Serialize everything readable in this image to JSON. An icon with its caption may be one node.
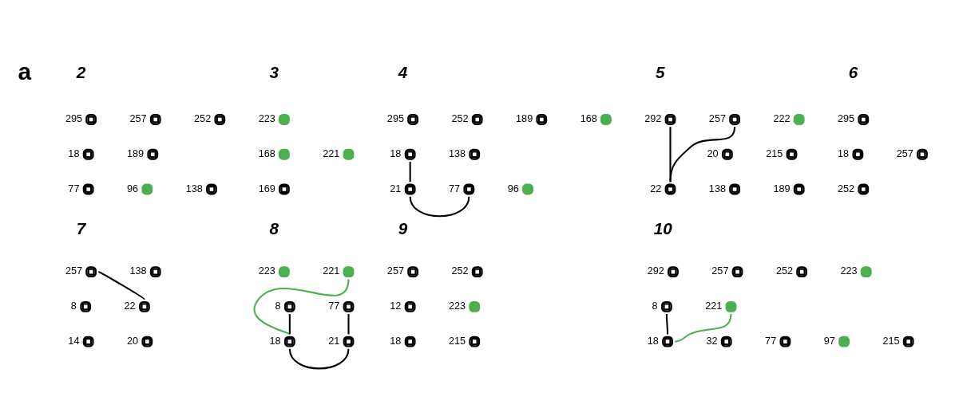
{
  "diagram": {
    "nodes": [
      {
        "text": [],
        "shape": "circle",
        "beside": [
          "257"
        ]
      },
      {
        "text": [],
        "shape": "circle",
        "beside": [
          "252"
        ]
      },
      {
        "text": [],
        "shape": "circle",
        "beside": [
          "189"
        ]
      },
      {
        "text": [],
        "shape": "circle",
        "beside": [
          "138"
        ]
      },
      {
        "text": [],
        "shape": "dot",
        "beside": [
          "96"
        ]
      },
      {
        "text": [],
        "shape": "circle",
        "beside": [
          "77"
        ]
      },
      {
        "text": [],
        "shape": "circle",
        "beside": [
          "18"
        ]
      },
      {
        "text": [],
        "shape": "circle",
        "beside": [
          "295"
        ]
      },
      {
        "text": [],
        "shape": "dot",
        "beside": [
          "223"
        ]
      },
      {
        "text": [],
        "shape": "dot",
        "beside": [
          "221"
        ]
      },
      {
        "text": [],
        "shape": "circle",
        "beside": [
          "169"
        ]
      },
      {
        "text": [],
        "shape": "dot",
        "beside": [
          "168"
        ]
      },
      {
        "text": [],
        "shape": "circle",
        "beside": [
          "252"
        ]
      },
      {
        "text": [],
        "shape": "circle",
        "beside": [
          "189"
        ]
      },
      {
        "text": [],
        "shape": "dot",
        "beside": [
          "168"
        ]
      },
      {
        "text": [],
        "shape": "circle",
        "beside": [
          "138"
        ]
      },
      {
        "text": [],
        "shape": "dot",
        "beside": [
          "96"
        ]
      },
      {
        "text": [],
        "shape": "circle",
        "beside": [
          "77"
        ]
      },
      {
        "text": [],
        "shape": "circle",
        "beside": [
          "21"
        ]
      },
      {
        "text": [],
        "shape": "circle",
        "beside": [
          "18"
        ]
      },
      {
        "text": [],
        "shape": "circle",
        "beside": [
          "295"
        ]
      },
      {
        "text": [],
        "shape": "circle",
        "beside": [
          "257"
        ]
      },
      {
        "text": [],
        "shape": "dot",
        "beside": [
          "222"
        ]
      },
      {
        "text": [],
        "shape": "circle",
        "beside": [
          "215"
        ]
      },
      {
        "text": [],
        "shape": "circle",
        "beside": [
          "189"
        ]
      },
      {
        "text": [],
        "shape": "circle",
        "beside": [
          "138"
        ]
      },
      {
        "text": [],
        "shape": "circle",
        "beside": [
          "22"
        ]
      },
      {
        "text": [],
        "shape": "circle",
        "beside": [
          "20"
        ]
      },
      {
        "text": [],
        "shape": "circle",
        "beside": [
          "292"
        ]
      },
      {
        "text": [],
        "shape": "circle",
        "beside": [
          "295"
        ]
      },
      {
        "text": [],
        "shape": "circle",
        "beside": [
          "257"
        ]
      },
      {
        "text": [],
        "shape": "circle",
        "beside": [
          "252"
        ]
      },
      {
        "text": [],
        "shape": "circle",
        "beside": [
          "18"
        ]
      },
      {
        "text": [],
        "shape": "circle",
        "beside": [
          "138"
        ]
      },
      {
        "text": [],
        "shape": "circle",
        "beside": [
          "22"
        ]
      },
      {
        "text": [],
        "shape": "circle",
        "beside": [
          "20"
        ]
      },
      {
        "text": [],
        "shape": "circle",
        "beside": [
          "14"
        ]
      },
      {
        "text": [],
        "shape": "circle",
        "beside": [
          "8"
        ]
      },
      {
        "text": [],
        "shape": "circle",
        "beside": [
          "257"
        ]
      },
      {
        "text": [],
        "shape": "dot",
        "beside": [
          "221"
        ]
      },
      {
        "text": [],
        "shape": "circle",
        "beside": [
          "77"
        ]
      },
      {
        "text": [],
        "shape": "circle",
        "beside": [
          "21"
        ]
      },
      {
        "text": [],
        "shape": "circle",
        "beside": [
          "18"
        ]
      },
      {
        "text": [],
        "shape": "circle",
        "beside": [
          "8"
        ]
      },
      {
        "text": [],
        "shape": "dot",
        "beside": [
          "223"
        ]
      },
      {
        "text": [],
        "shape": "circle",
        "beside": [
          "252"
        ]
      },
      {
        "text": [],
        "shape": "dot",
        "beside": [
          "223"
        ]
      },
      {
        "text": [],
        "shape": "circle",
        "beside": [
          "215"
        ]
      },
      {
        "text": [],
        "shape": "circle",
        "beside": [
          "18"
        ]
      },
      {
        "text": [],
        "shape": "circle",
        "beside": [
          "12"
        ]
      },
      {
        "text": [],
        "shape": "circle",
        "beside": [
          "257"
        ]
      },
      {
        "text": [],
        "shape": "circle",
        "beside": [
          "252"
        ]
      },
      {
        "text": [],
        "shape": "dot",
        "beside": [
          "223"
        ]
      },
      {
        "text": [],
        "shape": "dot",
        "beside": [
          "221"
        ]
      },
      {
        "text": [],
        "shape": "circle",
        "beside": [
          "215"
        ]
      },
      {
        "text": [],
        "shape": "dot",
        "beside": [
          "97"
        ]
      },
      {
        "text": [],
        "shape": "circle",
        "beside": [
          "77"
        ]
      },
      {
        "text": [],
        "shape": "circle",
        "beside": [
          "32"
        ]
      },
      {
        "text": [],
        "shape": "circle",
        "beside": [
          "18"
        ]
      },
      {
        "text": [],
        "shape": "circle",
        "beside": [
          "8"
        ]
      },
      {
        "text": [],
        "shape": "circle",
        "beside": [
          "292"
        ]
      },
      {
        "text": [],
        "shape": "circle",
        "beside": [
          "257"
        ]
      }
    ],
    "edges": [
      {
        "from": 19,
        "to": 18,
        "arrow": "none"
      },
      {
        "from": 18,
        "to": 17,
        "arrow": "none"
      },
      {
        "from": 28,
        "to": 26,
        "arrow": "none"
      },
      {
        "from": 21,
        "to": 26,
        "arrow": "none"
      },
      {
        "from": 38,
        "to": 34,
        "arrow": "none"
      },
      {
        "from": 43,
        "to": 42,
        "arrow": "none"
      },
      {
        "from": 42,
        "to": 41,
        "arrow": "none"
      },
      {
        "from": 41,
        "to": 40,
        "arrow": "none"
      },
      {
        "from": 42,
        "to": 39,
        "arrow": "none",
        "color": "#4caf50"
      },
      {
        "from": 59,
        "to": 58,
        "arrow": "none"
      },
      {
        "from": 58,
        "to": 53,
        "arrow": "none",
        "color": "#4caf50"
      }
    ],
    "labels": [
      "a",
      "2",
      "3",
      "4",
      "5",
      "6",
      "7",
      "8",
      "9",
      "10"
    ]
  }
}
